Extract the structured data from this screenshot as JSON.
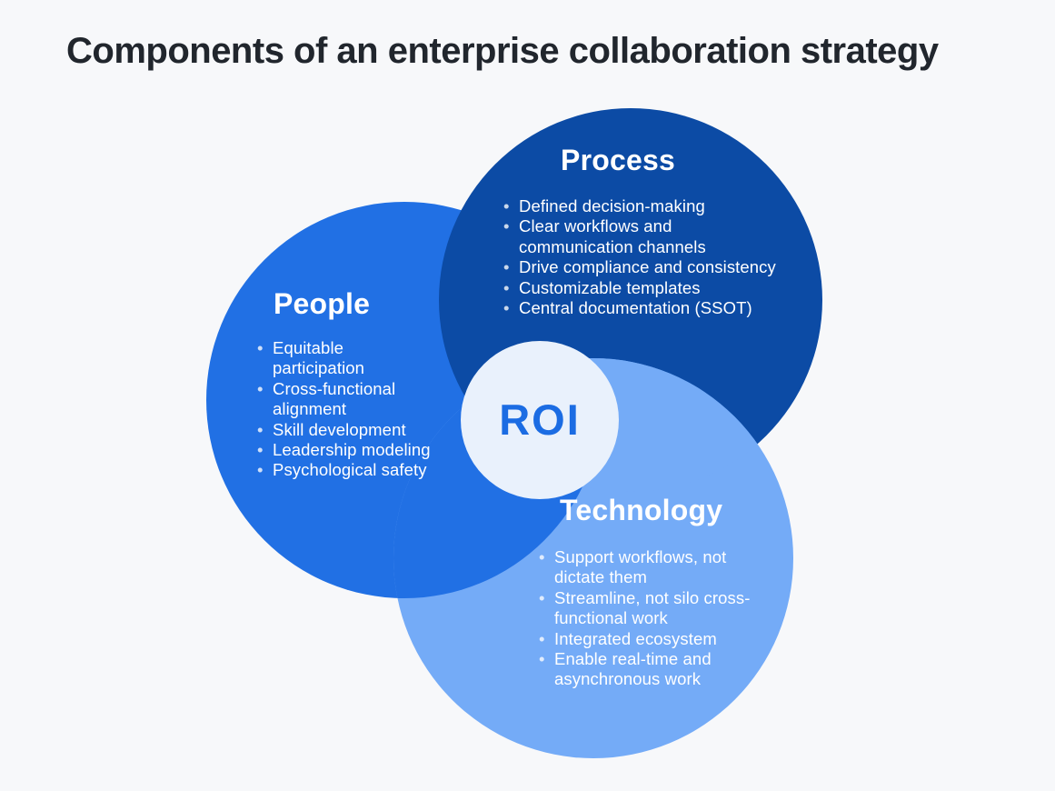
{
  "title": "Components of an enterprise collaboration strategy",
  "colors": {
    "background": "#f7f8fa",
    "title_text": "#21262d",
    "people_circle": "#2170e4",
    "process_circle": "#0c4ba5",
    "technology_circle": "#74abf7",
    "roi_circle": "#e9f1fc",
    "roi_text": "#1b6ce3",
    "circle_text": "#ffffff"
  },
  "diagram": {
    "type": "venn",
    "center_label": "ROI",
    "circles": [
      {
        "label": "Process",
        "items": [
          "Defined decision-making",
          "Clear workflows and communication channels",
          "Drive compliance and consistency",
          "Customizable templates",
          "Central documentation (SSOT)"
        ]
      },
      {
        "label": "People",
        "items": [
          "Equitable participation",
          "Cross-functional alignment",
          "Skill development",
          "Leadership modeling",
          "Psychological safety"
        ]
      },
      {
        "label": "Technology",
        "items": [
          "Support workflows, not dictate them",
          "Streamline, not silo cross-functional work",
          "Integrated ecosystem",
          "Enable real-time and asynchronous work"
        ]
      }
    ]
  }
}
